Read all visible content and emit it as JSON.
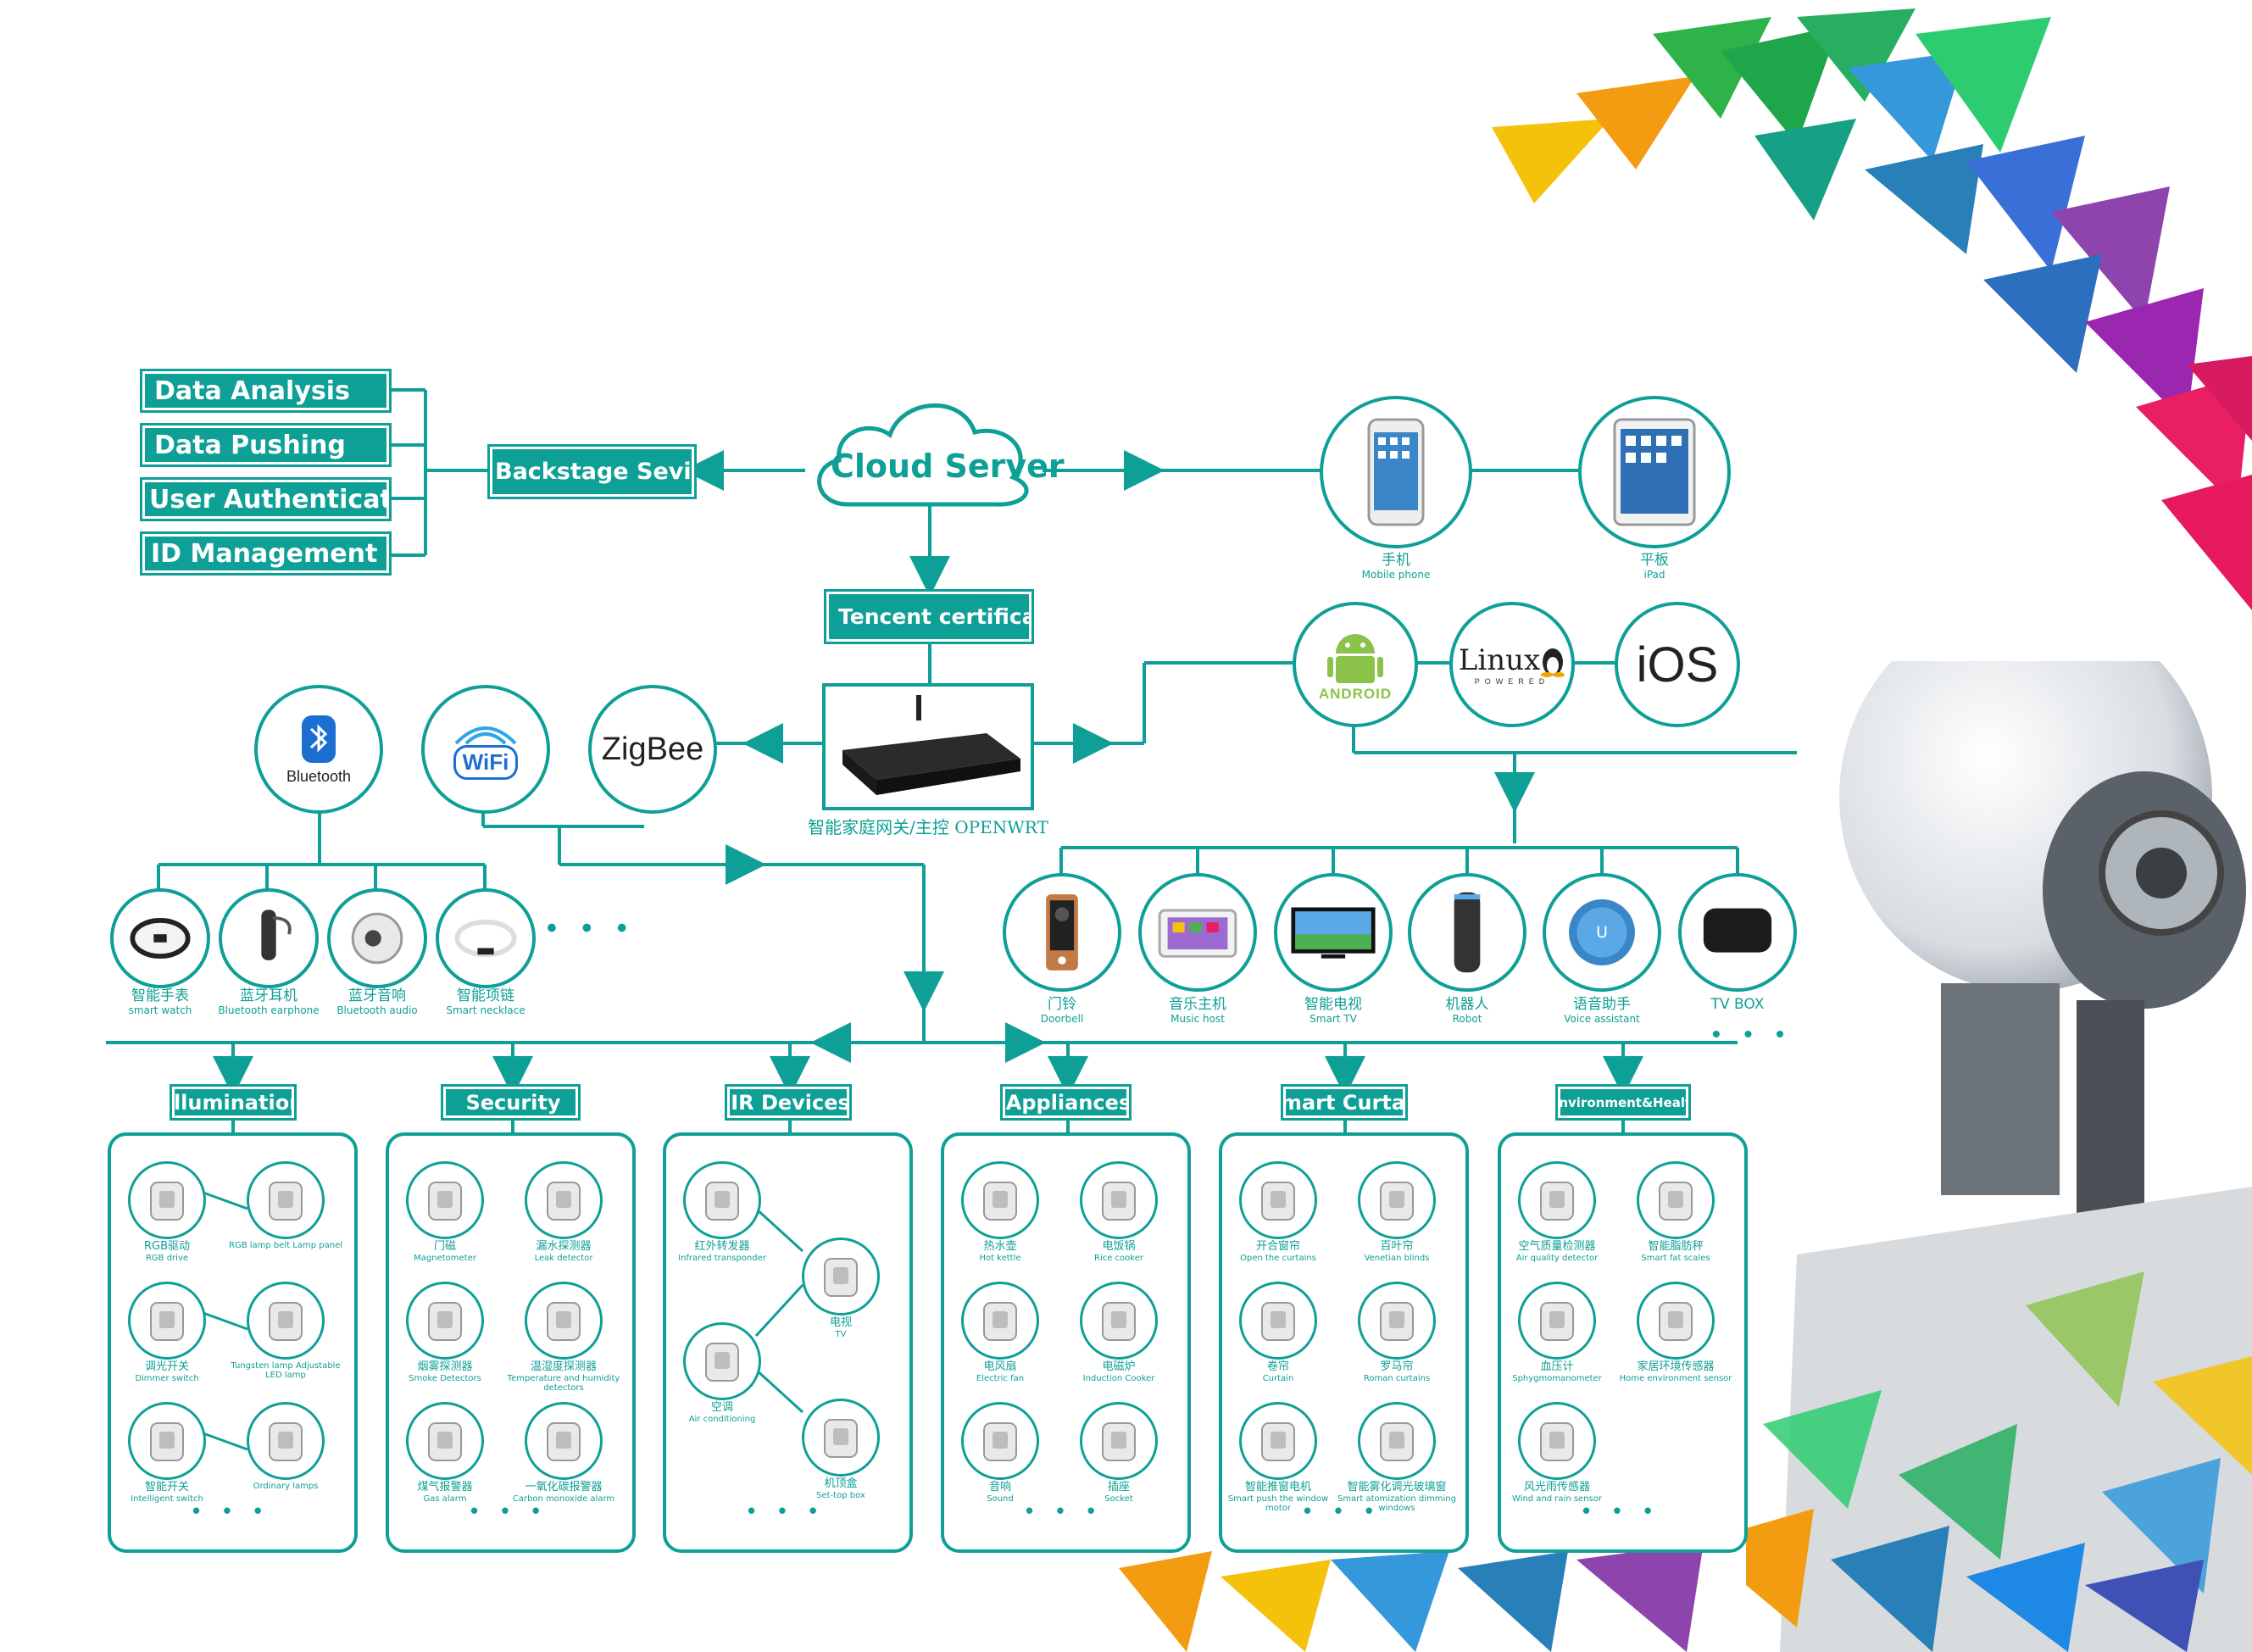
{
  "colors": {
    "teal": "#0e9f96",
    "bg": "#ffffff"
  },
  "left_services": [
    "Data Analysis",
    "Data Pushing",
    "User Authentication",
    "ID Management"
  ],
  "backstage": "Backstage Sevice",
  "cloud": "Cloud Server",
  "certificate": "Tencent certificate",
  "gateway": {
    "icon": "router-device",
    "caption": "智能家庭网关/主控 OPENWRT"
  },
  "mobile": [
    {
      "icon": "phone-icon",
      "zh": "手机",
      "en": "Mobile phone"
    },
    {
      "icon": "tablet-icon",
      "zh": "平板",
      "en": "iPad"
    }
  ],
  "os": {
    "android": "ANDROID",
    "linux": "Linux",
    "linux_sub": "POWERED",
    "ios": "iOS"
  },
  "protocols": {
    "bluetooth": "Bluetooth",
    "wifi": "WiFi",
    "zigbee": "ZigBee"
  },
  "wearables": [
    {
      "icon": "smartwatch-icon",
      "zh": "智能手表",
      "en": "smart watch"
    },
    {
      "icon": "earphone-icon",
      "zh": "蓝牙耳机",
      "en": "Bluetooth earphone"
    },
    {
      "icon": "speaker-icon",
      "zh": "蓝牙音响",
      "en": "Bluetooth audio"
    },
    {
      "icon": "necklace-icon",
      "zh": "智能项链",
      "en": "Smart necklace"
    }
  ],
  "smart_devices": [
    {
      "icon": "doorbell-icon",
      "zh": "门铃",
      "en": "Doorbell"
    },
    {
      "icon": "music-host-icon",
      "zh": "音乐主机",
      "en": "Music host"
    },
    {
      "icon": "tv-icon",
      "zh": "智能电视",
      "en": "Smart TV"
    },
    {
      "icon": "robot-icon",
      "zh": "机器人",
      "en": "Robot"
    },
    {
      "icon": "voice-assistant-icon",
      "zh": "语音助手",
      "en": "Voice assistant"
    },
    {
      "icon": "tvbox-icon",
      "zh": "",
      "en": "TV BOX"
    }
  ],
  "ellipsis": "• • •",
  "categories": [
    {
      "title": "illumination",
      "items": [
        {
          "zh": "RGB驱动",
          "en": "RGB drive"
        },
        {
          "zh": "",
          "en": "RGB lamp belt Lamp panel"
        },
        {
          "zh": "调光开关",
          "en": "Dimmer switch"
        },
        {
          "zh": "",
          "en": "Tungsten lamp Adjustable LED lamp"
        },
        {
          "zh": "智能开关",
          "en": "Intelligent switch"
        },
        {
          "zh": "",
          "en": "Ordinary lamps"
        }
      ]
    },
    {
      "title": "Security",
      "items": [
        {
          "zh": "门磁",
          "en": "Magnetometer"
        },
        {
          "zh": "漏水探测器",
          "en": "Leak detector"
        },
        {
          "zh": "烟雾探测器",
          "en": "Smoke Detectors"
        },
        {
          "zh": "温湿度探测器",
          "en": "Temperature and humidity detectors"
        },
        {
          "zh": "煤气报警器",
          "en": "Gas alarm"
        },
        {
          "zh": "一氧化碳报警器",
          "en": "Carbon monoxide alarm"
        }
      ]
    },
    {
      "title": "IR Devices",
      "items": [
        {
          "zh": "红外转发器",
          "en": "Infrared transponder"
        },
        {
          "zh": "电视",
          "en": "TV"
        },
        {
          "zh": "空调",
          "en": "Air conditioning"
        },
        {
          "zh": "机顶盒",
          "en": "Set-top box"
        }
      ]
    },
    {
      "title": "Appliances",
      "items": [
        {
          "zh": "热水壶",
          "en": "Hot kettle"
        },
        {
          "zh": "电饭锅",
          "en": "Rice cooker"
        },
        {
          "zh": "电风扇",
          "en": "Electric fan"
        },
        {
          "zh": "电磁炉",
          "en": "Induction Cooker"
        },
        {
          "zh": "音响",
          "en": "Sound"
        },
        {
          "zh": "插座",
          "en": "Socket"
        }
      ]
    },
    {
      "title": "Smart Curtain",
      "items": [
        {
          "zh": "开合窗帘",
          "en": "Open the curtains"
        },
        {
          "zh": "百叶帘",
          "en": "Venetian blinds"
        },
        {
          "zh": "卷帘",
          "en": "Curtain"
        },
        {
          "zh": "罗马帘",
          "en": "Roman curtains"
        },
        {
          "zh": "智能推窗电机",
          "en": "Smart push the window motor"
        },
        {
          "zh": "智能雾化调光玻璃窗",
          "en": "Smart atomization dimming windows"
        }
      ]
    },
    {
      "title": "Environment&Health",
      "items": [
        {
          "zh": "空气质量检测器",
          "en": "Air quality detector"
        },
        {
          "zh": "智能脂肪秤",
          "en": "Smart fat scales"
        },
        {
          "zh": "血压计",
          "en": "Sphygmomanometer"
        },
        {
          "zh": "家居环境传感器",
          "en": "Home environment sensor"
        },
        {
          "zh": "风光雨传感器",
          "en": "Wind and rain sensor"
        }
      ]
    }
  ]
}
